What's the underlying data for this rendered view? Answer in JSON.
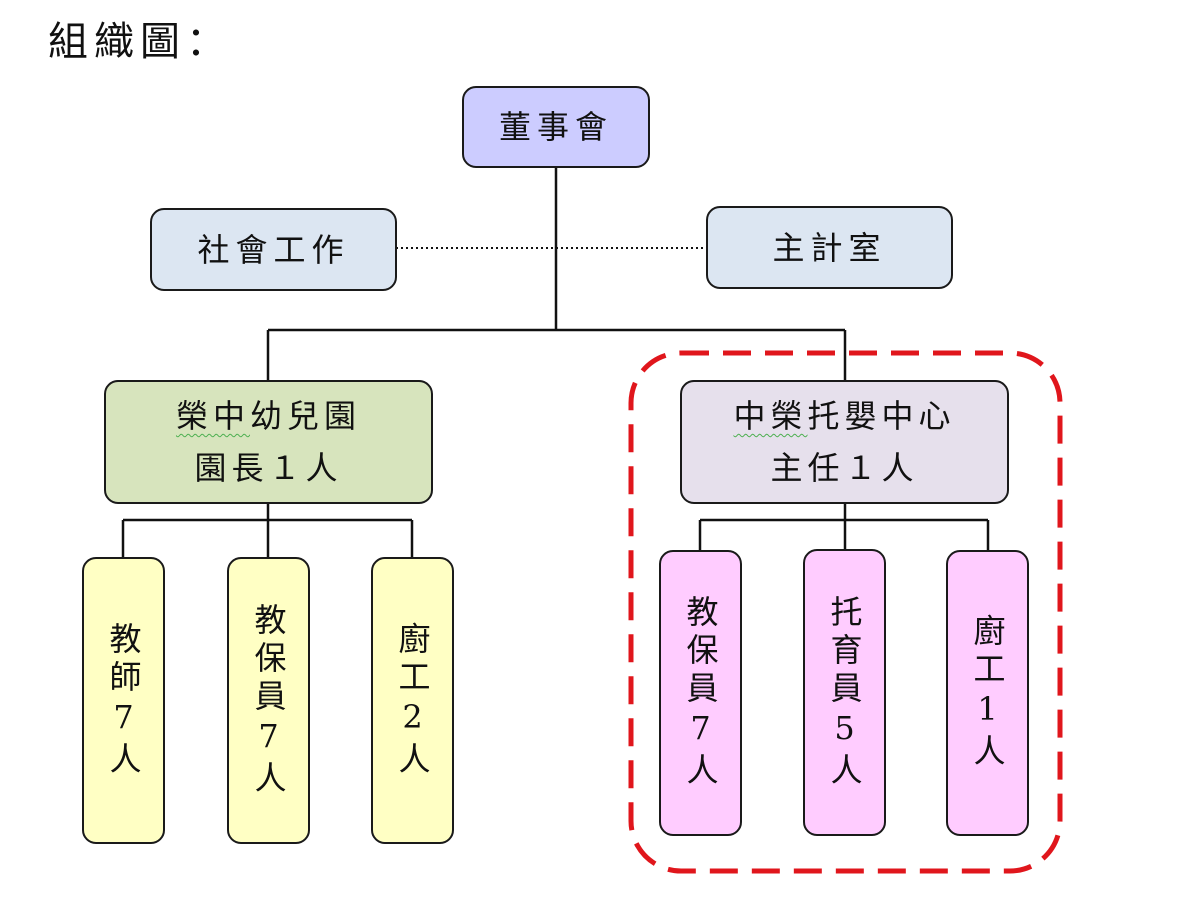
{
  "title": "組織圖：",
  "board": "董事會",
  "social_work": "社會工作",
  "accounting": "主計室",
  "kindergarten": {
    "name_part1": "榮中",
    "name_part2": "幼兒園",
    "head": "園長１人",
    "staff": [
      {
        "label": "教師7人"
      },
      {
        "label": "教保員7人"
      },
      {
        "label": "廚工2人"
      }
    ]
  },
  "nursery": {
    "name_part1": "中榮",
    "name_part2": "托嬰中心",
    "head": "主任１人",
    "staff": [
      {
        "label": "教保員7人"
      },
      {
        "label": "托育員5人"
      },
      {
        "label": "廚工1人"
      }
    ]
  },
  "colors": {
    "board": "#ccccff",
    "side_offices": "#dce6f2",
    "kindergarten": "#d7e4bd",
    "nursery": "#e6e0ec",
    "kindergarten_staff": "#ffffc4",
    "nursery_staff": "#ffccff",
    "highlight_border": "#e0161c"
  }
}
